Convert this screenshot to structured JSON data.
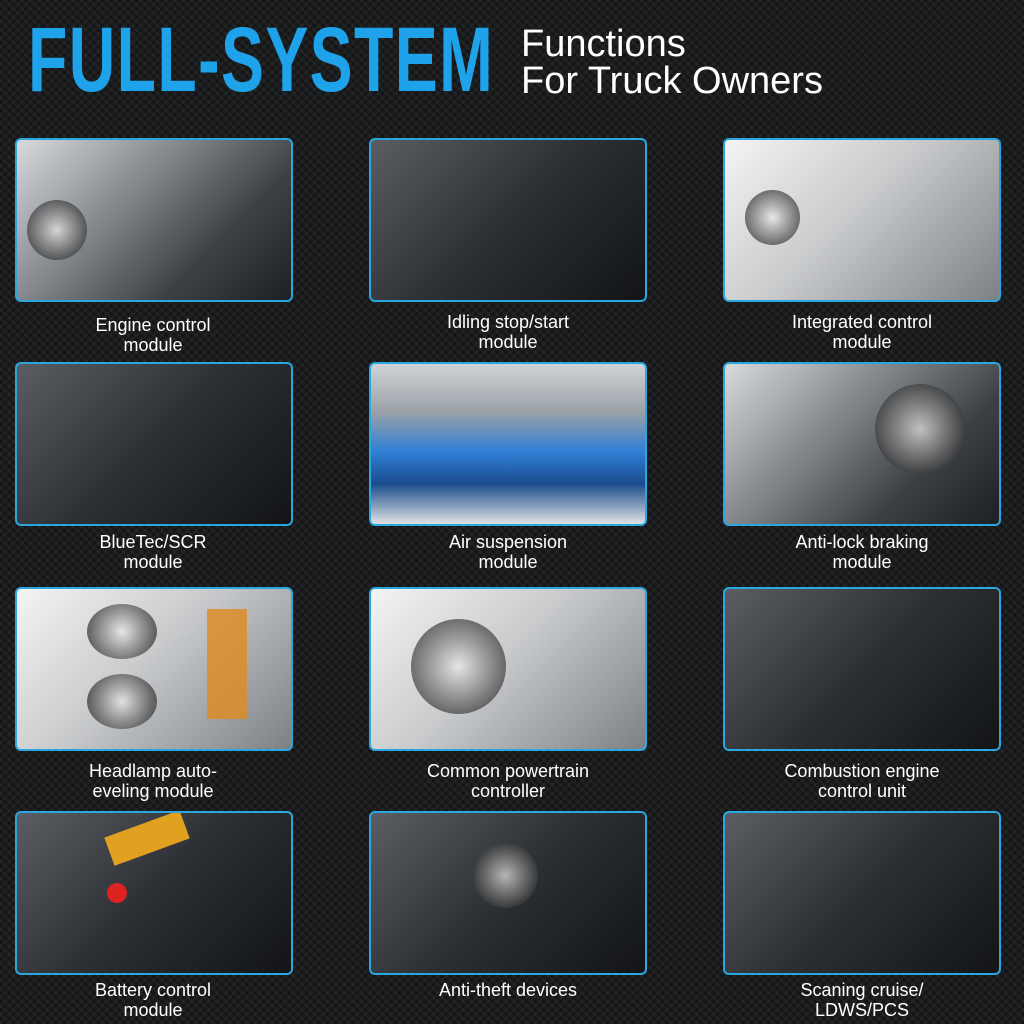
{
  "header": {
    "title": "FULL-SYSTEM",
    "subtitle_line1": "Functions",
    "subtitle_line2": "For Truck Owners"
  },
  "modules": [
    {
      "line1": "Engine control",
      "line2": "module"
    },
    {
      "line1": "Idling stop/start",
      "line2": "module"
    },
    {
      "line1": "Integrated control",
      "line2": "module"
    },
    {
      "line1": "BlueTec/SCR",
      "line2": "module"
    },
    {
      "line1": "Air suspension",
      "line2": "module"
    },
    {
      "line1": "Anti-lock braking",
      "line2": "module"
    },
    {
      "line1": "Headlamp auto-",
      "line2": "eveling module"
    },
    {
      "line1": "Common powertrain",
      "line2": "controller"
    },
    {
      "line1": "Combustion engine",
      "line2": "control unit"
    },
    {
      "line1": "Battery control",
      "line2": "module"
    },
    {
      "line1": "Anti-theft devices",
      "line2": ""
    },
    {
      "line1": "Scaning cruise/",
      "line2": "LDWS/PCS"
    }
  ],
  "colors": {
    "accent": "#1ea3ea",
    "border": "#2ba6de",
    "background": "#1b1c1e"
  }
}
